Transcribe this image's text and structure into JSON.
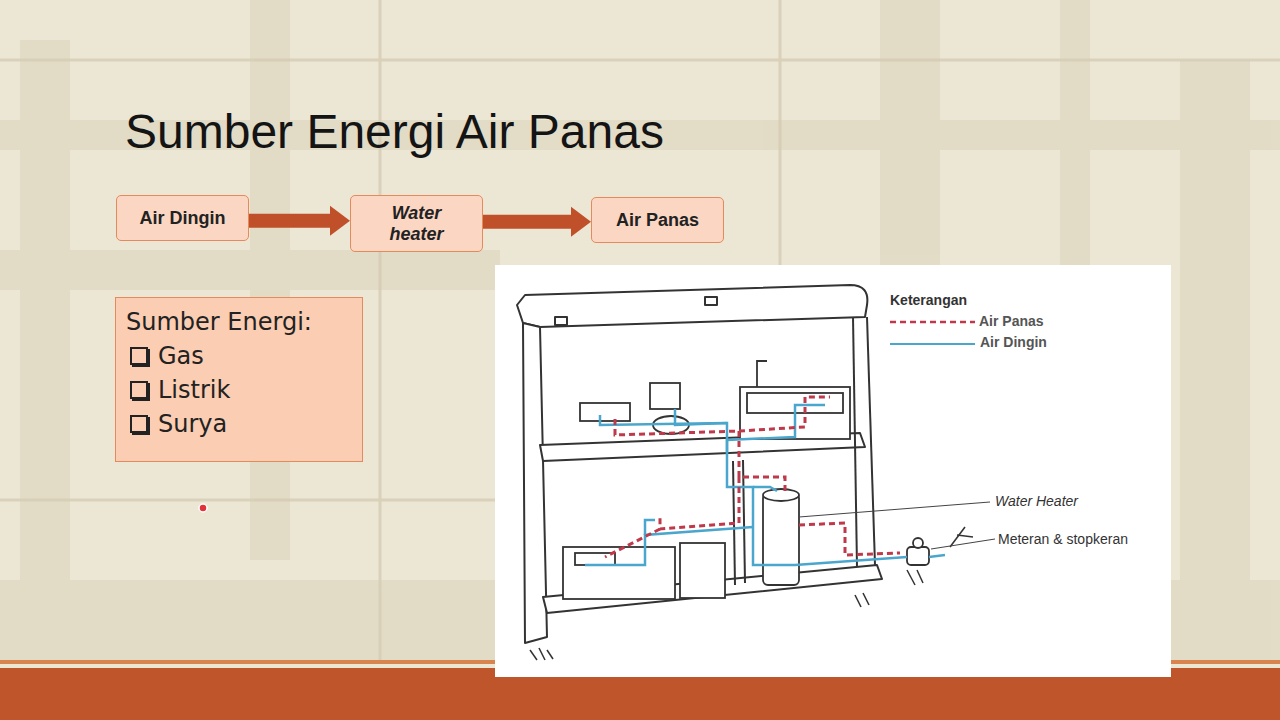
{
  "diagram": {
    "title": "Sumber Energi Air Panas",
    "nodes": [
      {
        "text": [
          "Air Dingin"
        ]
      },
      {
        "text": [
          "Water heater"
        ]
      },
      {
        "text": [
          "Air Panas"
        ]
      },
      {
        "text": [
          "Sumber Energi:",
          "Gas",
          "Listrik",
          "Surya"
        ]
      }
    ],
    "edges": [
      {
        "from": 0,
        "to": 1,
        "arrow": "to"
      },
      {
        "from": 1,
        "to": 2,
        "arrow": "to"
      }
    ],
    "labels": [
      "Keterangan",
      "Water Heater",
      "Meteran & stopkeran"
    ],
    "legend": [
      {
        "text": "Air Panas"
      },
      {
        "text": "Air Dingin"
      }
    ]
  }
}
